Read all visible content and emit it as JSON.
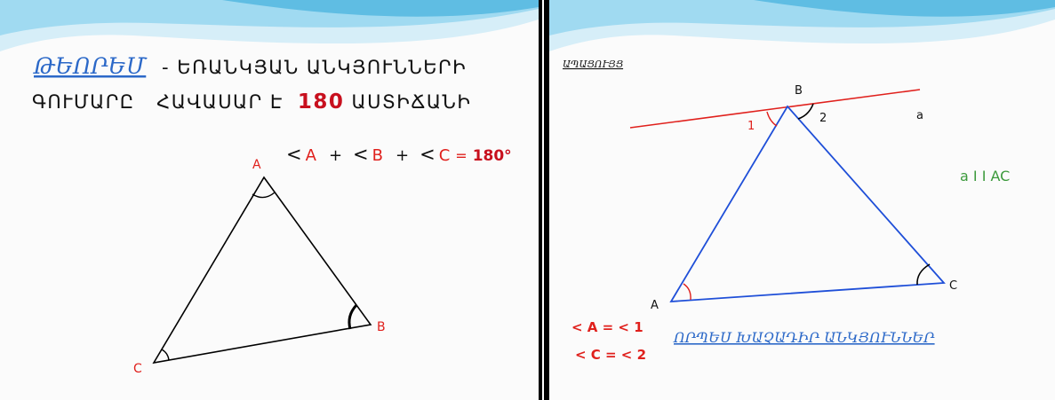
{
  "left_slide": {
    "theorem_word": "ԹԵՈՐԵՄ",
    "heading_rest_line1": " - ԵՌԱՆԿՅԱՆ   ԱՆԿՅՈՒՆՆԵՐԻ",
    "heading_line2_a": "ԳՈՒՄԱՐԸ   ՀԱՎԱՍԱՐ Է",
    "heading_line2_num": "180",
    "heading_line2_b": " ԱՍՏԻՃԱՆԻ",
    "formula": {
      "lt1": "<",
      "a": "A",
      "plus1": "+",
      "lt2": "<",
      "b": "B",
      "plus2": "+",
      "lt3": "<",
      "c": "C",
      "eq": "=",
      "result": "180°"
    },
    "vertex_a": "A",
    "vertex_b": "B",
    "vertex_c": "C"
  },
  "right_slide": {
    "proof_label": "ԱՊԱՑՈՒՅՑ",
    "vertex_a": "A",
    "vertex_b": "B",
    "vertex_c": "C",
    "line_label": "a",
    "angle1": "1",
    "angle2": "2",
    "parallel_text": "a I I AC",
    "eq1": "< A = < 1",
    "eq2": "< C = < 2",
    "conclusion": "ՈՐՊԵՍ ԽԱՉԱԴԻՐ ԱՆԿՅՈՒՆՆԵՐ"
  },
  "colors": {
    "red": "#e0201c",
    "dark_red": "#c8101e",
    "blue_title": "#2b68c8",
    "triangle_blue": "#1f4fd8",
    "green": "#3c9a3c",
    "wave_light": "#cde9f6",
    "wave_mid": "#6fc6e8"
  }
}
